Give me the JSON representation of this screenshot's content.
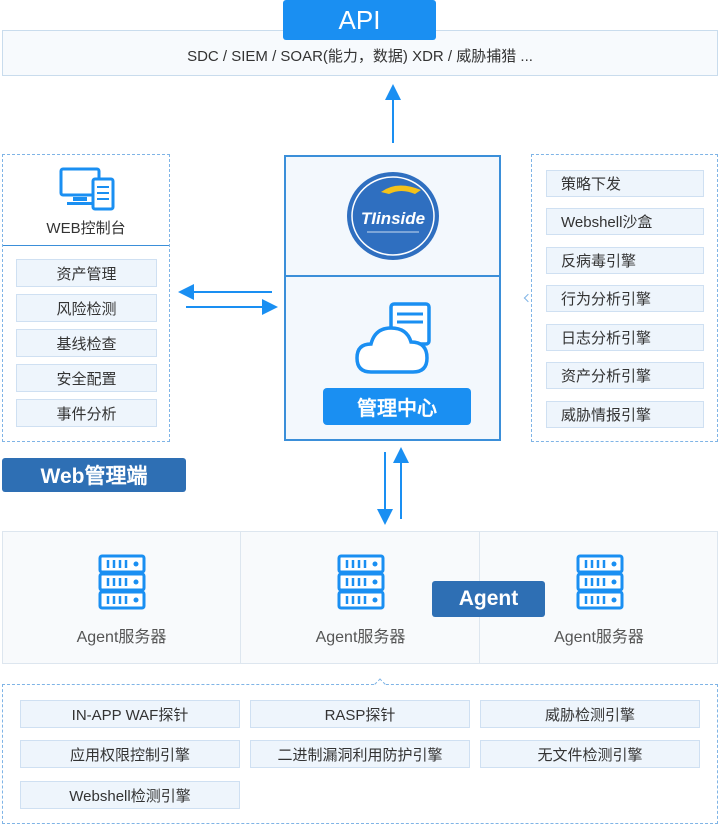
{
  "api": {
    "title": "API",
    "integrations": "SDC /  SIEM / SOAR(能力，数据) XDR / 威胁捕猎 ..."
  },
  "web_console": {
    "title": "WEB控制台",
    "items": [
      "资产管理",
      "风险检测",
      "基线检查",
      "安全配置",
      "事件分析"
    ],
    "badge": "Web管理端"
  },
  "center": {
    "logo_text": "TIinside",
    "label": "管理中心"
  },
  "engines": {
    "items": [
      "策略下发",
      "Webshell沙盒",
      "反病毒引擎",
      "行为分析引擎",
      "日志分析引擎",
      "资产分析引擎",
      "威胁情报引擎"
    ]
  },
  "agents": {
    "servers": [
      "Agent服务器",
      "Agent服务器",
      "Agent服务器"
    ],
    "badge": "Agent"
  },
  "agent_modules": {
    "items": [
      "IN-APP  WAF探针",
      "RASP探针",
      "威胁检测引擎",
      "应用权限控制引擎",
      "二进制漏洞利用防护引擎",
      "无文件检测引擎",
      "Webshell检测引擎"
    ]
  },
  "colors": {
    "accent": "#1a8ff2",
    "dark_badge": "#2e6fb4",
    "line": "#3b8fd9"
  }
}
